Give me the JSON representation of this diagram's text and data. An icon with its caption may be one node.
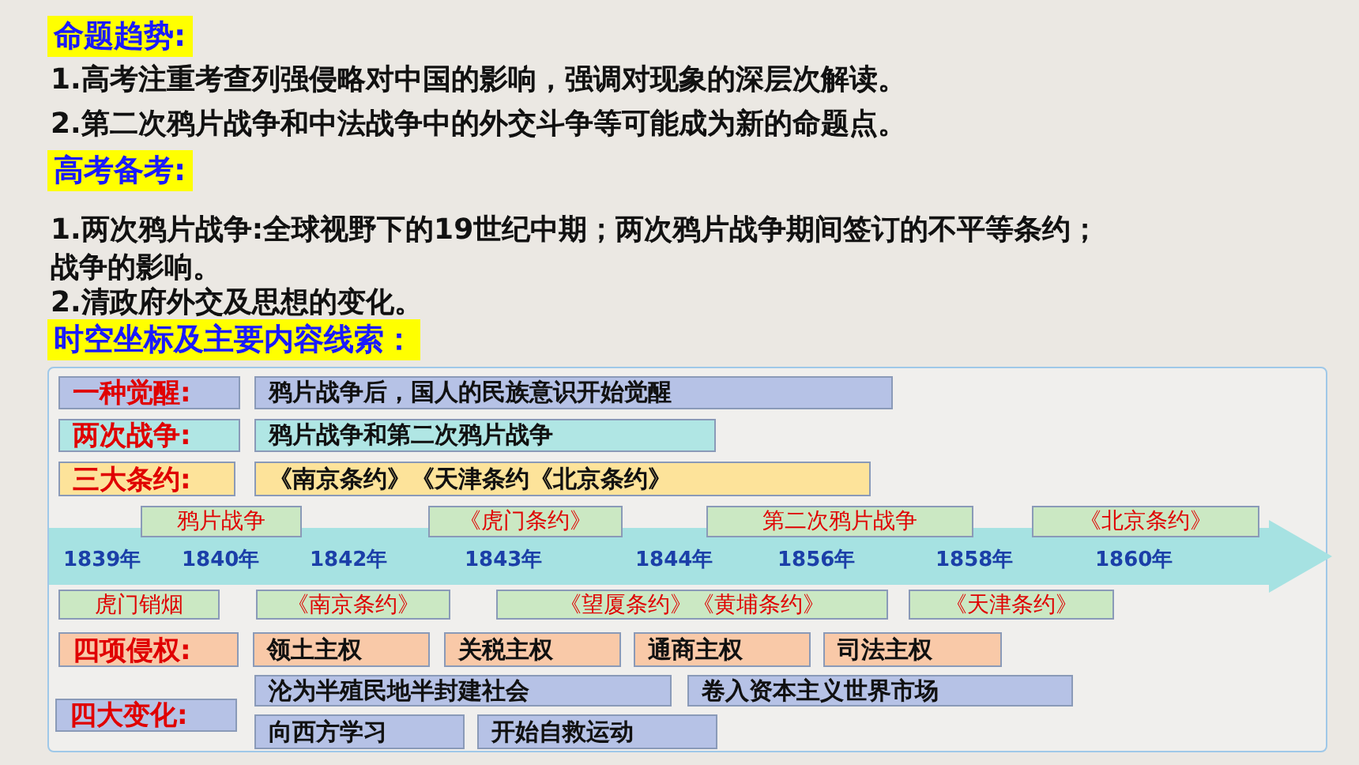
{
  "diagram": {
    "nodes": [
      {
        "text": [],
        "shape": "box"
      },
      {
        "text": [
          "一种觉醒:"
        ],
        "in": 0
      },
      {
        "text": [
          "鸦片战争后，国人的民族意识开始觉醒"
        ],
        "in": 0
      },
      {
        "text": [
          "两次战争:"
        ],
        "in": 0
      },
      {
        "text": [
          "鸦片战争和第二次鸦片战争"
        ],
        "in": 0
      },
      {
        "text": [
          "三大条约:"
        ],
        "in": 0
      },
      {
        "text": [
          "《南京条约》《天津条约《北京条约》"
        ],
        "in": 0
      },
      {
        "text": [
          "鸦片战争"
        ],
        "in": 0
      },
      {
        "text": [
          "《虎门条约》"
        ],
        "in": 0
      },
      {
        "text": [
          "第二次鸦片战争"
        ],
        "in": 0
      },
      {
        "text": [
          "《北京条约》"
        ],
        "in": 0
      },
      {
        "text": [
          "1839年",
          "1840年",
          "1842年",
          "1843年",
          "1844年",
          "1856年",
          "1858年",
          "1860年"
        ],
        "in": 0
      },
      {
        "text": [
          "虎门销烟"
        ],
        "in": 0
      },
      {
        "text": [
          "《南京条约》"
        ],
        "in": 0
      },
      {
        "text": [
          "《望厦条约》《黄埔条约》"
        ],
        "in": 0
      },
      {
        "text": [
          "《天津条约》"
        ],
        "in": 0
      },
      {
        "text": [
          "四项侵权:"
        ],
        "in": 0
      },
      {
        "text": [
          "领土主权"
        ],
        "in": 0
      },
      {
        "text": [
          "关税主权"
        ],
        "in": 0
      },
      {
        "text": [
          "通商主权"
        ],
        "in": 0
      },
      {
        "text": [
          "司法主权"
        ],
        "in": 0
      },
      {
        "text": [
          "四大变化:"
        ],
        "in": 0
      },
      {
        "text": [
          "沦为半殖民地半封建社会"
        ],
        "in": 0
      },
      {
        "text": [
          "卷入资本主义世界市场"
        ],
        "in": 0
      },
      {
        "text": [
          "向西方学习"
        ],
        "in": 0
      },
      {
        "text": [
          "开始自救运动"
        ],
        "in": 0
      }
    ],
    "edges": [],
    "labels": [
      "命题趋势:",
      "1.高考注重考查列强侵略对中国的影响，强调对现象的深层次解读。",
      "2.第二次鸦片战争和中法战争中的外交斗争等可能成为新的命题点。",
      "高考备考:",
      "1.两次鸦片战争:全球视野下的19世纪中期；两次鸦片战争期间签订的不平等条约；战争的影响。",
      "2.清政府外交及思想的变化。",
      "时空坐标及主要内容线索："
    ]
  }
}
